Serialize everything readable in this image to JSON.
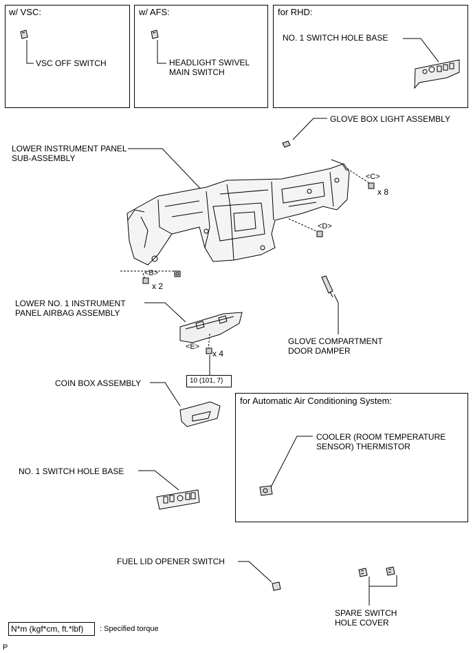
{
  "insets": {
    "vsc": {
      "title": "w/ VSC:",
      "part": "VSC OFF SWITCH"
    },
    "afs": {
      "title": "w/ AFS:",
      "part": "HEADLIGHT SWIVEL\nMAIN SWITCH"
    },
    "rhd": {
      "title": "for RHD:",
      "part": "NO. 1 SWITCH HOLE BASE"
    },
    "auto_ac": {
      "title": "for Automatic Air Conditioning System:",
      "part": "COOLER (ROOM TEMPERATURE\nSENSOR) THERMISTOR"
    }
  },
  "labels": {
    "glove_box_light": "GLOVE BOX LIGHT ASSEMBLY",
    "lower_panel": "LOWER INSTRUMENT PANEL\nSUB-ASSEMBLY",
    "lower_airbag": "LOWER NO. 1 INSTRUMENT\nPANEL AIRBAG ASSEMBLY",
    "glove_damper": "GLOVE COMPARTMENT\nDOOR DAMPER",
    "coin_box": "COIN BOX ASSEMBLY",
    "switch_hole_base": "NO. 1 SWITCH HOLE BASE",
    "fuel_lid": "FUEL LID OPENER SWITCH",
    "spare_cover": "SPARE SWITCH\nHOLE COVER"
  },
  "callouts": {
    "b": "<B>",
    "c": "<C>",
    "d": "<D>",
    "e": "<E>",
    "x2": "x 2",
    "x8": "x 8",
    "x4": "x 4"
  },
  "torque": {
    "value": "10 (101, 7)"
  },
  "legend": {
    "unit": "N*m (kgf*cm, ft.*lbf)",
    "desc": ": Specified torque"
  },
  "footer": {
    "code": "P"
  }
}
